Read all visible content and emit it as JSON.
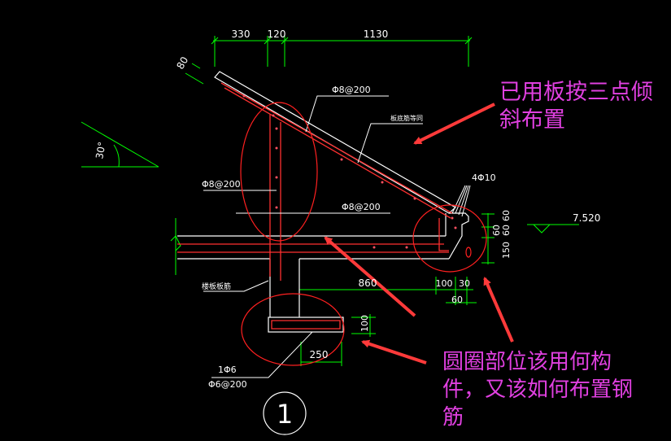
{
  "colors": {
    "background": "#000000",
    "structure": "#ffffff",
    "dimension": "#00ff00",
    "rebar": "#ff3030",
    "circle": "#ff2020",
    "annotation": "#e040e0",
    "arrow": "#ff3a3a",
    "text": "#ffffff"
  },
  "dimensions": {
    "top": [
      "330",
      "120",
      "1130"
    ],
    "thickness": "80",
    "angle": "30°",
    "right_stack": [
      "60",
      "60",
      "150",
      "60"
    ],
    "bottom": [
      "860",
      "100",
      "30",
      "60"
    ],
    "hook_height": "100",
    "hook_width": "250",
    "elevation": "7.520"
  },
  "rebar_labels": {
    "upper": "Φ8@200",
    "left": "Φ8@200",
    "middle": "Φ8@200",
    "bars": "4Φ10",
    "bottom_1": "1Φ6",
    "bottom_2": "Φ6@200",
    "slab_upper": "板底筋等同",
    "slab_lower": "楼板板筋"
  },
  "section_mark": "1",
  "annotations": {
    "top_line1": "已用板按三点倾",
    "top_line2": "斜布置",
    "bottom_line1": "圆圈部位该用何构",
    "bottom_line2": "件，又该如何布置钢",
    "bottom_line3": "筋"
  }
}
